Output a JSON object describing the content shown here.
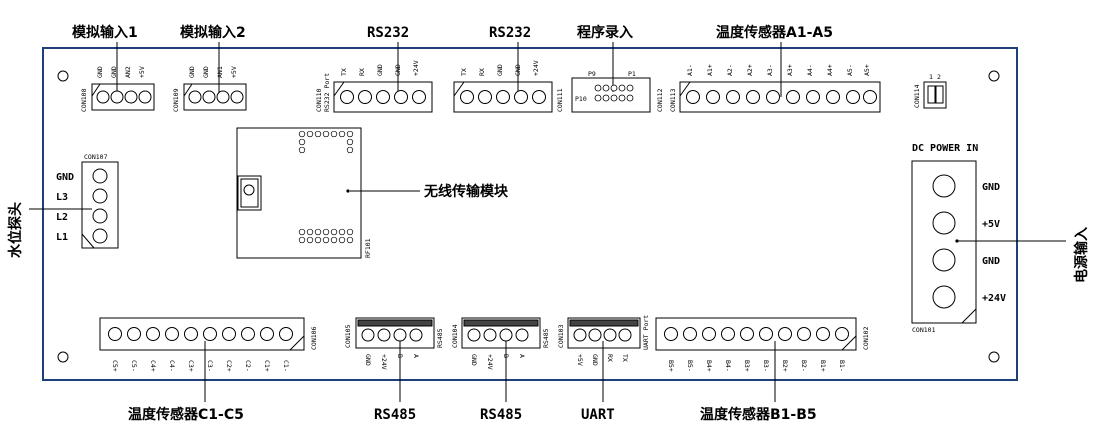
{
  "colors": {
    "board_border": "#1f3f7a",
    "line": "#000000",
    "background": "#ffffff"
  },
  "callouts": {
    "analog_in_1": "模拟输入1",
    "analog_in_2": "模拟输入2",
    "rs232_a": "RS232",
    "rs232_b": "RS232",
    "program_entry": "程序录入",
    "temp_sensor_a": "温度传感器A1-A5",
    "wireless_module": "无线传输模块",
    "water_probe": "水位探头",
    "power_input": "电源输入",
    "temp_sensor_c": "温度传感器C1-C5",
    "rs485_a": "RS485",
    "rs485_b": "RS485",
    "uart": "UART",
    "temp_sensor_b": "温度传感器B1-B5"
  },
  "connectors": {
    "con108": {
      "ref": "CON108",
      "pins": [
        "GND",
        "GND",
        "AN2",
        "+5V"
      ]
    },
    "con109": {
      "ref": "CON109",
      "pins": [
        "GND",
        "GND",
        "AN1",
        "+5V"
      ]
    },
    "con110": {
      "ref": "CON110",
      "sub": "RS232 Port",
      "pins": [
        "TX",
        "RX",
        "GND",
        "GND",
        "+24V"
      ]
    },
    "con111": {
      "ref": "CON111",
      "pins": [
        "TX",
        "RX",
        "GND",
        "GND",
        "+24V"
      ]
    },
    "con112": {
      "ref": "CON112",
      "p9": "P9",
      "p1": "P1",
      "p10": "P10"
    },
    "con113": {
      "ref": "CON113",
      "pins": [
        "A1-",
        "A1+",
        "A2-",
        "A2+",
        "A3-",
        "A3+",
        "A4-",
        "A4+",
        "A5-",
        "A5+"
      ]
    },
    "con114": {
      "ref": "CON114",
      "pins": [
        "1",
        "2"
      ]
    },
    "con107": {
      "ref": "CON107",
      "pins": [
        "GND",
        "L3",
        "L2",
        "L1"
      ]
    },
    "con101": {
      "ref": "CON101",
      "title": "DC POWER IN",
      "pins": [
        "GND",
        "+5V",
        "GND",
        "+24V"
      ]
    },
    "con106": {
      "ref": "CON106",
      "pins": [
        "C5+",
        "C5-",
        "C4+",
        "C4-",
        "C3+",
        "C3-",
        "C2+",
        "C2-",
        "C1+",
        "C1-"
      ]
    },
    "con105": {
      "ref": "CON105",
      "sub": "RS485",
      "pins": [
        "GND",
        "+24V",
        "B",
        "A"
      ]
    },
    "con104": {
      "ref": "CON104",
      "sub": "RS485",
      "pins": [
        "GND",
        "+24V",
        "B",
        "A"
      ]
    },
    "con103": {
      "ref": "CON103",
      "sub": "UART Port",
      "pins": [
        "+5V",
        "GND",
        "RX",
        "TX"
      ]
    },
    "con102": {
      "ref": "CON102",
      "pins": [
        "B5+",
        "B5-",
        "B4+",
        "B4-",
        "B3+",
        "B3-",
        "B2+",
        "B2-",
        "B1+",
        "B1-"
      ]
    }
  },
  "module": {
    "ref": "RF101"
  }
}
